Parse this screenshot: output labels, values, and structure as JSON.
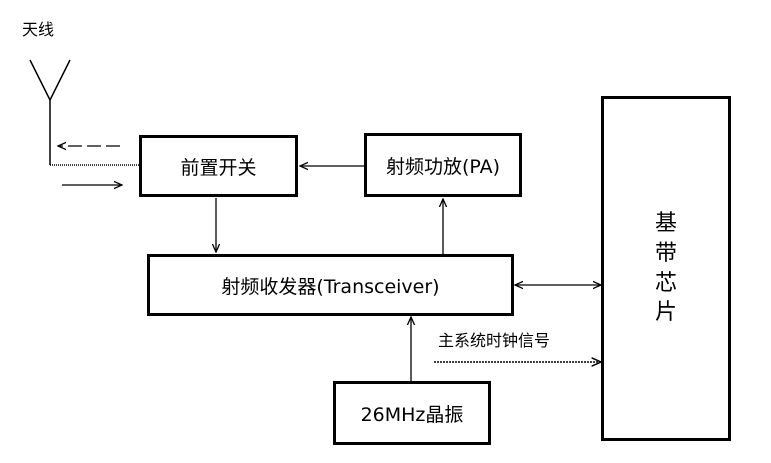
{
  "labels": {
    "antenna": "天线",
    "main_clock": "主系统时钟信号"
  },
  "blocks": {
    "front_switch": "前置开关",
    "rf_pa": "射频功放(PA)",
    "transceiver": "射频收发器(Transceiver)",
    "crystal": "26MHz晶振",
    "baseband_chars": [
      "基",
      "带",
      "芯",
      "片"
    ]
  },
  "colors": {
    "stroke": "#000000",
    "background": "#ffffff"
  }
}
